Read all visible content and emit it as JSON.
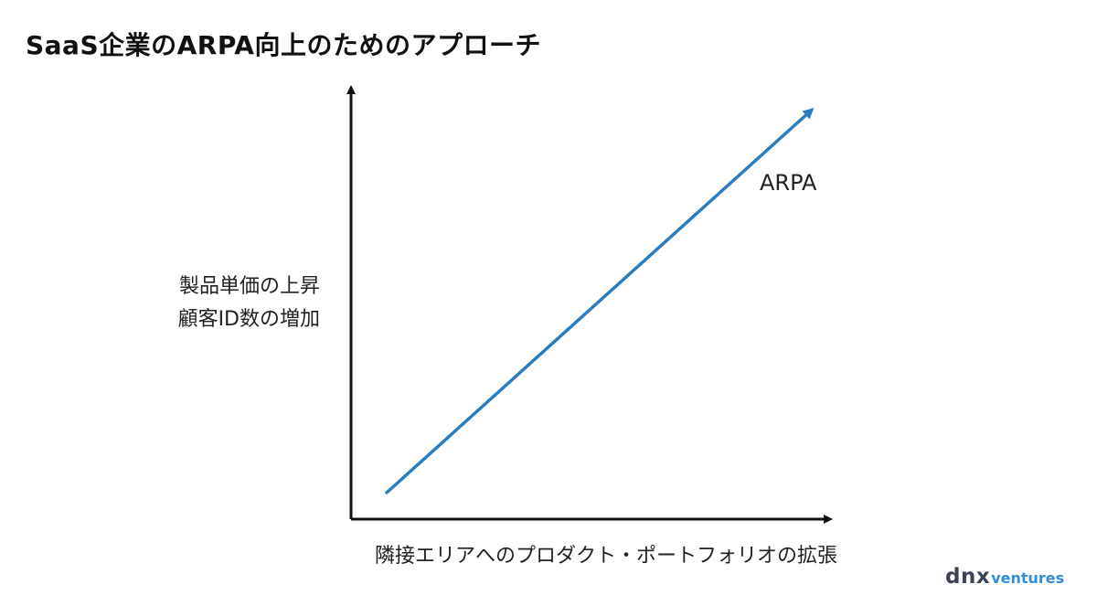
{
  "title": "SaaS企業のARPA向上のためのアプローチ",
  "diagram": {
    "y_axis_label_lines": [
      "製品単価の上昇",
      "顧客ID数の増加"
    ],
    "x_axis_label": "隣接エリアへのプロダクト・ポートフォリオの拡張",
    "series_label": "ARPA",
    "colors": {
      "axis": "#111111",
      "trend": "#2a7dc0"
    }
  },
  "brand": {
    "name_dark": "dnx",
    "name_accent": "ventures",
    "colors": {
      "dark": "#3c4356",
      "accent": "#2f8ee0"
    }
  }
}
